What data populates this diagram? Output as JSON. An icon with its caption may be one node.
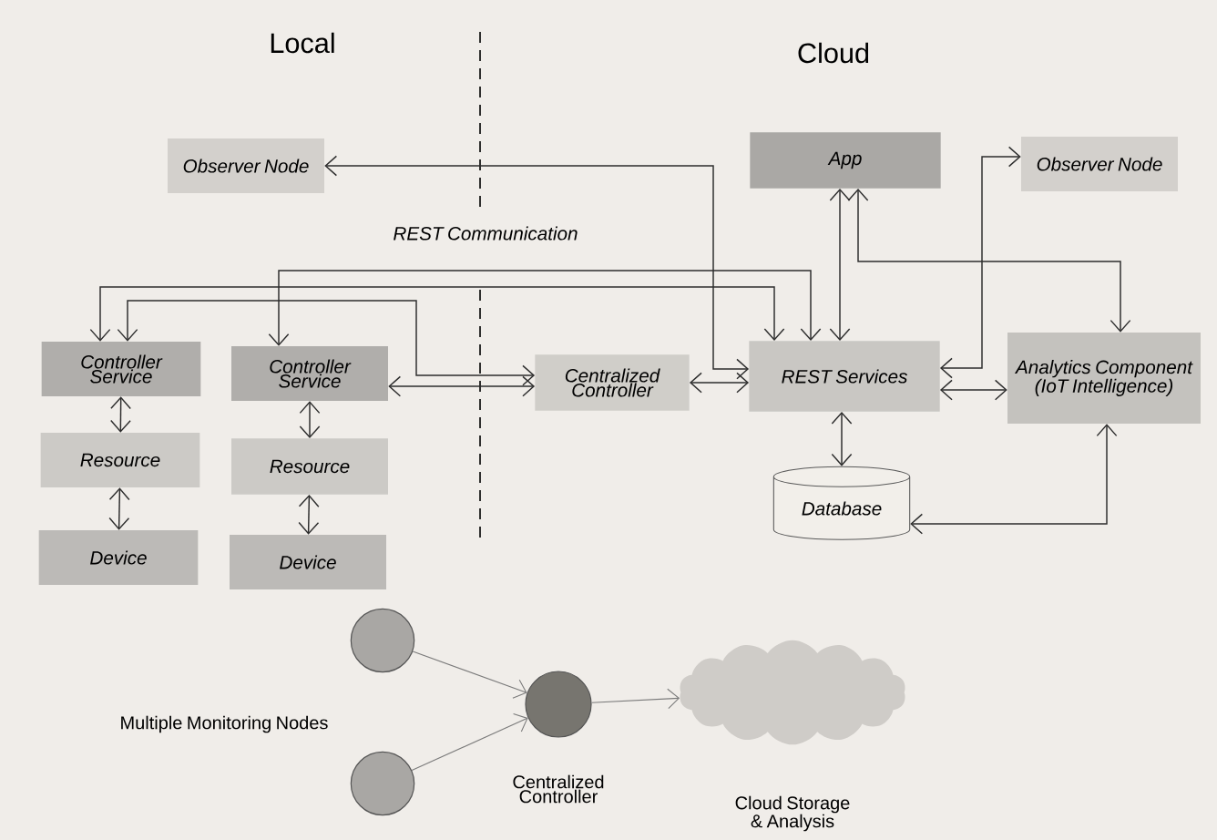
{
  "diagram": {
    "nodes": [
      {
        "text": [
          "Observer Node"
        ]
      },
      {
        "text": [
          "App"
        ]
      },
      {
        "text": [
          "Observer Node"
        ]
      },
      {
        "text": [
          "Controller Service"
        ]
      },
      {
        "text": [
          "Controller Service"
        ]
      },
      {
        "text": [
          "Centralized Controller"
        ]
      },
      {
        "text": [
          "REST Services"
        ]
      },
      {
        "text": [
          "Analytics Component (IoT Intelligence)"
        ]
      },
      {
        "text": [
          "Resource"
        ]
      },
      {
        "text": [
          "Resource"
        ]
      },
      {
        "text": [
          "Database"
        ]
      },
      {
        "text": [
          "Device"
        ]
      },
      {
        "text": [
          "Device"
        ]
      },
      {
        "text": [],
        "shape": "circle"
      },
      {
        "text": [],
        "shape": "circle",
        "beside": [
          "Centralized Controller"
        ]
      },
      {
        "text": [],
        "shape": "circle"
      },
      {
        "text": [],
        "shape": "cloud",
        "beside": [
          "Cloud Storage & Analysis"
        ]
      }
    ],
    "edges": [
      {
        "from": 0,
        "to": 6,
        "arrow": "both"
      },
      {
        "from": 3,
        "to": 6,
        "arrow": "both"
      },
      {
        "from": 4,
        "to": 6,
        "arrow": "both"
      },
      {
        "from": 3,
        "to": 5,
        "arrow": "both"
      },
      {
        "from": 4,
        "to": 5,
        "arrow": "both"
      },
      {
        "from": 5,
        "to": 6,
        "arrow": "both"
      },
      {
        "from": 1,
        "to": 6,
        "arrow": "both"
      },
      {
        "from": 1,
        "to": 7,
        "arrow": "both"
      },
      {
        "from": 6,
        "to": 2,
        "arrow": "both"
      },
      {
        "from": 6,
        "to": 7,
        "arrow": "both"
      },
      {
        "from": 6,
        "to": 10,
        "arrow": "both"
      },
      {
        "from": 10,
        "to": 7,
        "arrow": "both"
      },
      {
        "from": 3,
        "to": 8,
        "arrow": "both"
      },
      {
        "from": 8,
        "to": 11,
        "arrow": "both"
      },
      {
        "from": 4,
        "to": 9,
        "arrow": "both"
      },
      {
        "from": 9,
        "to": 12,
        "arrow": "both"
      },
      {
        "from": 13,
        "to": 14,
        "arrow": "to",
        "color": "#7a7a7a"
      },
      {
        "from": 15,
        "to": 14,
        "arrow": "to",
        "color": "#7a7a7a"
      },
      {
        "from": 14,
        "to": 16,
        "arrow": "to",
        "color": "#7a7a7a"
      }
    ],
    "labels": [
      "Local",
      "Cloud",
      "REST Communication",
      "Multiple Monitoring Nodes"
    ]
  }
}
